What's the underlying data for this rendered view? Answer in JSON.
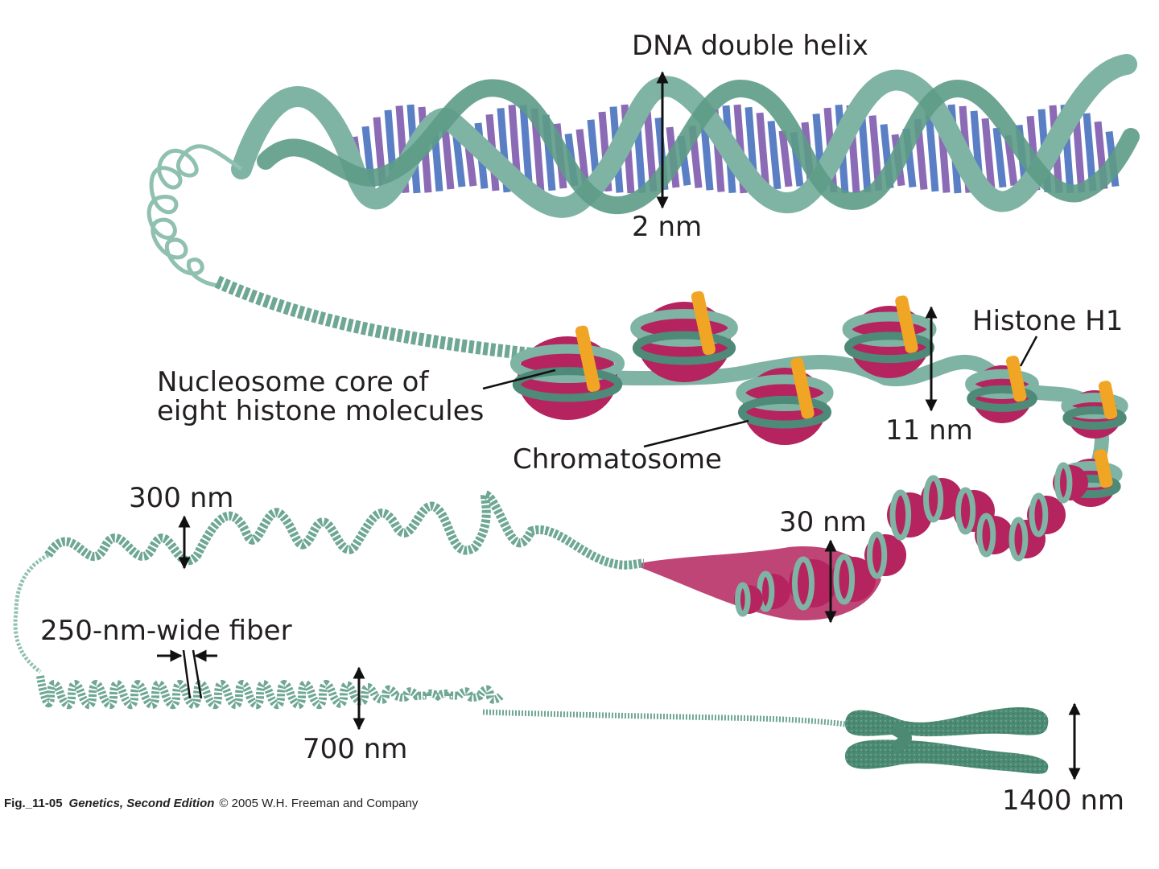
{
  "labels": {
    "dna_double_helix": "DNA double helix",
    "nm_2": "2 nm",
    "histone_h1": "Histone H1",
    "nucleosome_line1": "Nucleosome core of",
    "nucleosome_line2": "eight histone molecules",
    "nm_11": "11 nm",
    "chromatosome": "Chromatosome",
    "nm_300": "300 nm",
    "nm_30": "30 nm",
    "fiber_250": "250-nm-wide fiber",
    "nm_700": "700 nm",
    "nm_1400": "1400 nm"
  },
  "caption": {
    "fig": "Fig._11-05",
    "book": "Genetics, Second Edition",
    "publisher": "© 2005 W.H. Freeman and Company"
  },
  "colors": {
    "backbone": "#7fb3a3",
    "backbone_dark": "#4f8a78",
    "base_blue": "#5b7fc4",
    "base_purple": "#8b6bb5",
    "histone": "#b5245f",
    "h1": "#f0a525",
    "chromosome": "#4c8a74"
  }
}
